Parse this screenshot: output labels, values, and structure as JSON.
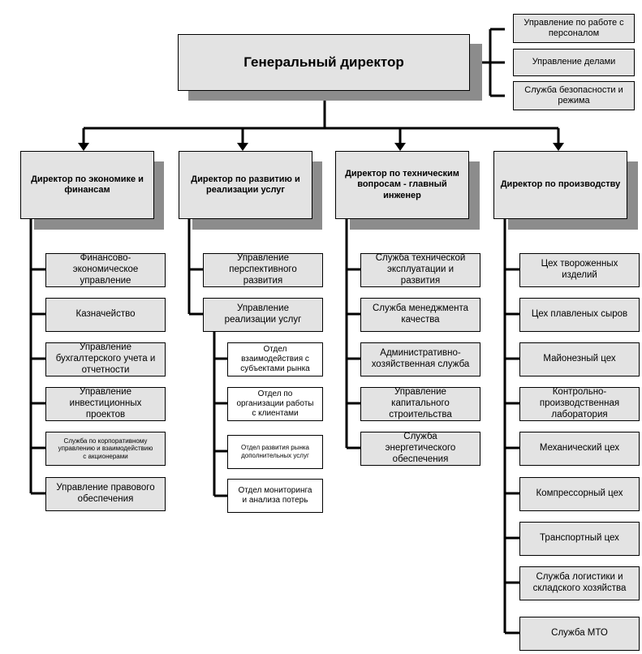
{
  "root": {
    "label": "Генеральный директор"
  },
  "staff_units": [
    {
      "label": "Управление по работе с персоналом"
    },
    {
      "label": "Управление делами"
    },
    {
      "label": "Служба безопасности и режима"
    }
  ],
  "directors": [
    {
      "label": "Директор по экономике и финансам",
      "units": [
        {
          "label": "Финансово-\nэкономическое\nуправление"
        },
        {
          "label": "Казначейство"
        },
        {
          "label": "Управление\nбухгалтерского учета и\nотчетности"
        },
        {
          "label": "Управление\nинвестиционных\nпроектов"
        },
        {
          "label": "Служба по корпоративному\nуправлению и взаимодействию\nс акционерами"
        },
        {
          "label": "Управление правового\nобеспечения"
        }
      ]
    },
    {
      "label": "Директор по развитию и реализации услуг",
      "units": [
        {
          "label": "Управление\nперспективного\nразвития"
        },
        {
          "label": "Управление\nреализации услуг"
        }
      ],
      "subunits": [
        {
          "label": "Отдел\nвзаимодействия с\nсубъектами рынка"
        },
        {
          "label": "Отдел по\nорганизации работы\nс клиентами"
        },
        {
          "label": "Отдел развития рынка\nдополнительных услуг"
        },
        {
          "label": "Отдел мониторинга\nи анализа потерь"
        }
      ]
    },
    {
      "label": "Директор по техническим вопросам - главный инженер",
      "units": [
        {
          "label": "Служба технической\nэксплуатации и\nразвития"
        },
        {
          "label": "Служба менеджмента\nкачества"
        },
        {
          "label": "Административно-\nхозяйственная служба"
        },
        {
          "label": "Управление\nкапитального\nстроительства"
        },
        {
          "label": "Служба\nэнергетического\nобеспечения"
        }
      ]
    },
    {
      "label": "Директор по производству",
      "units": [
        {
          "label": "Цех твороженных\nизделий"
        },
        {
          "label": "Цех плавленых сыров"
        },
        {
          "label": "Майонезный цех"
        },
        {
          "label": "Контрольно-\nпроизводственная\nлаборатория"
        },
        {
          "label": "Механический цех"
        },
        {
          "label": "Компрессорный цех"
        },
        {
          "label": "Транспортный цех"
        },
        {
          "label": "Служба логистики и\nскладского хозяйства"
        },
        {
          "label": "Служба МТО"
        }
      ]
    }
  ]
}
